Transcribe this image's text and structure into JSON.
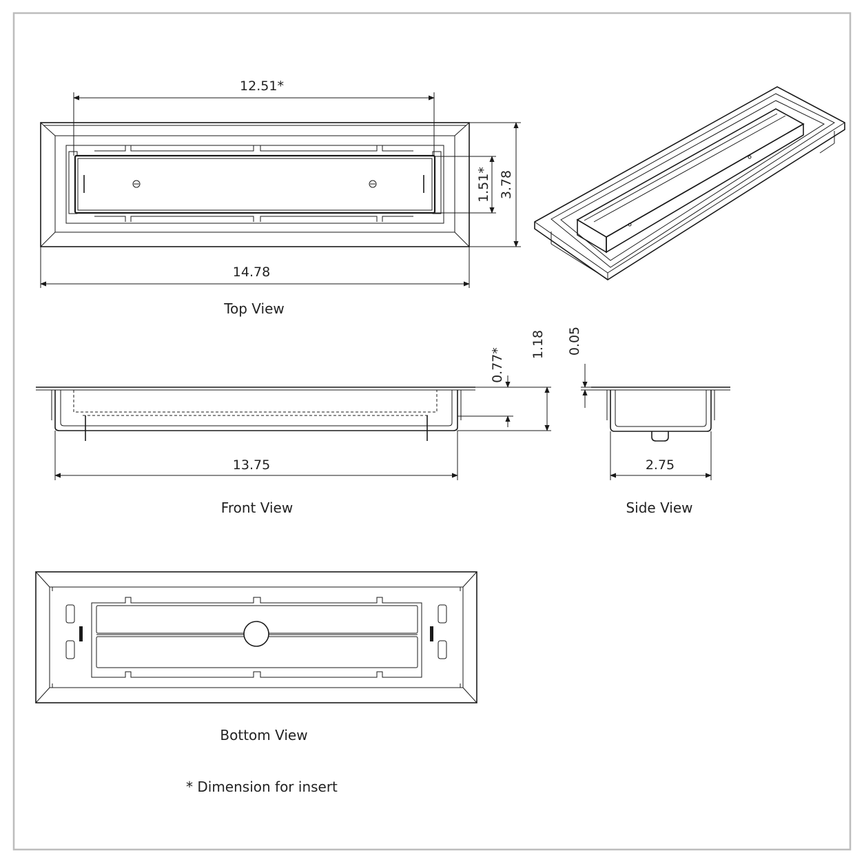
{
  "views": {
    "top": {
      "caption": "Top View",
      "dim_insert_length": "12.51*",
      "dim_insert_width": "1.51*",
      "dim_overall_width": "3.78",
      "dim_overall_length": "14.78"
    },
    "front": {
      "caption": "Front View",
      "dim_insert_height": "0.77*",
      "dim_total_height": "1.18",
      "dim_body_length": "13.75"
    },
    "side": {
      "caption": "Side View",
      "dim_flange_thickness": "0.05",
      "dim_body_width": "2.75"
    },
    "bottom": {
      "caption": "Bottom View"
    }
  },
  "footnote": "* Dimension for insert"
}
